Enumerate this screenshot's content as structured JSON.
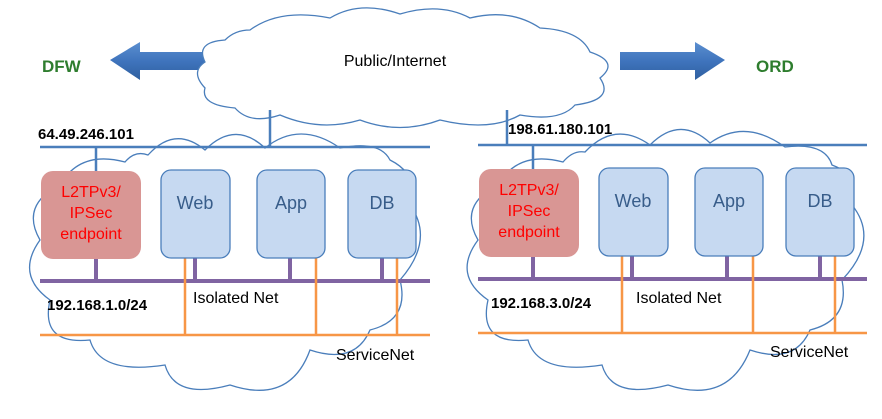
{
  "diagram": {
    "internet": {
      "label": "Public/Internet"
    },
    "colors": {
      "public_net": "#4a7ebb",
      "isolated_net": "#8064a2",
      "service_net": "#f79646",
      "server_fill": "#c6d9f1",
      "endpoint_fill": "#d99694",
      "endpoint_text": "#ff0000",
      "region_text": "#2e7d2e"
    },
    "sites": [
      {
        "region": "DFW",
        "public_ip": "64.49.246.101",
        "endpoint": {
          "line1": "L2TPv3/",
          "line2": "IPSec",
          "line3": "endpoint"
        },
        "servers": [
          "Web",
          "App",
          "DB"
        ],
        "isolated_subnet": "192.168.1.0/24",
        "isolated_label": "Isolated Net",
        "service_label": "ServiceNet"
      },
      {
        "region": "ORD",
        "public_ip": "198.61.180.101",
        "endpoint": {
          "line1": "L2TPv3/",
          "line2": "IPSec",
          "line3": "endpoint"
        },
        "servers": [
          "Web",
          "App",
          "DB"
        ],
        "isolated_subnet": "192.168.3.0/24",
        "isolated_label": "Isolated Net",
        "service_label": "ServiceNet"
      }
    ]
  }
}
